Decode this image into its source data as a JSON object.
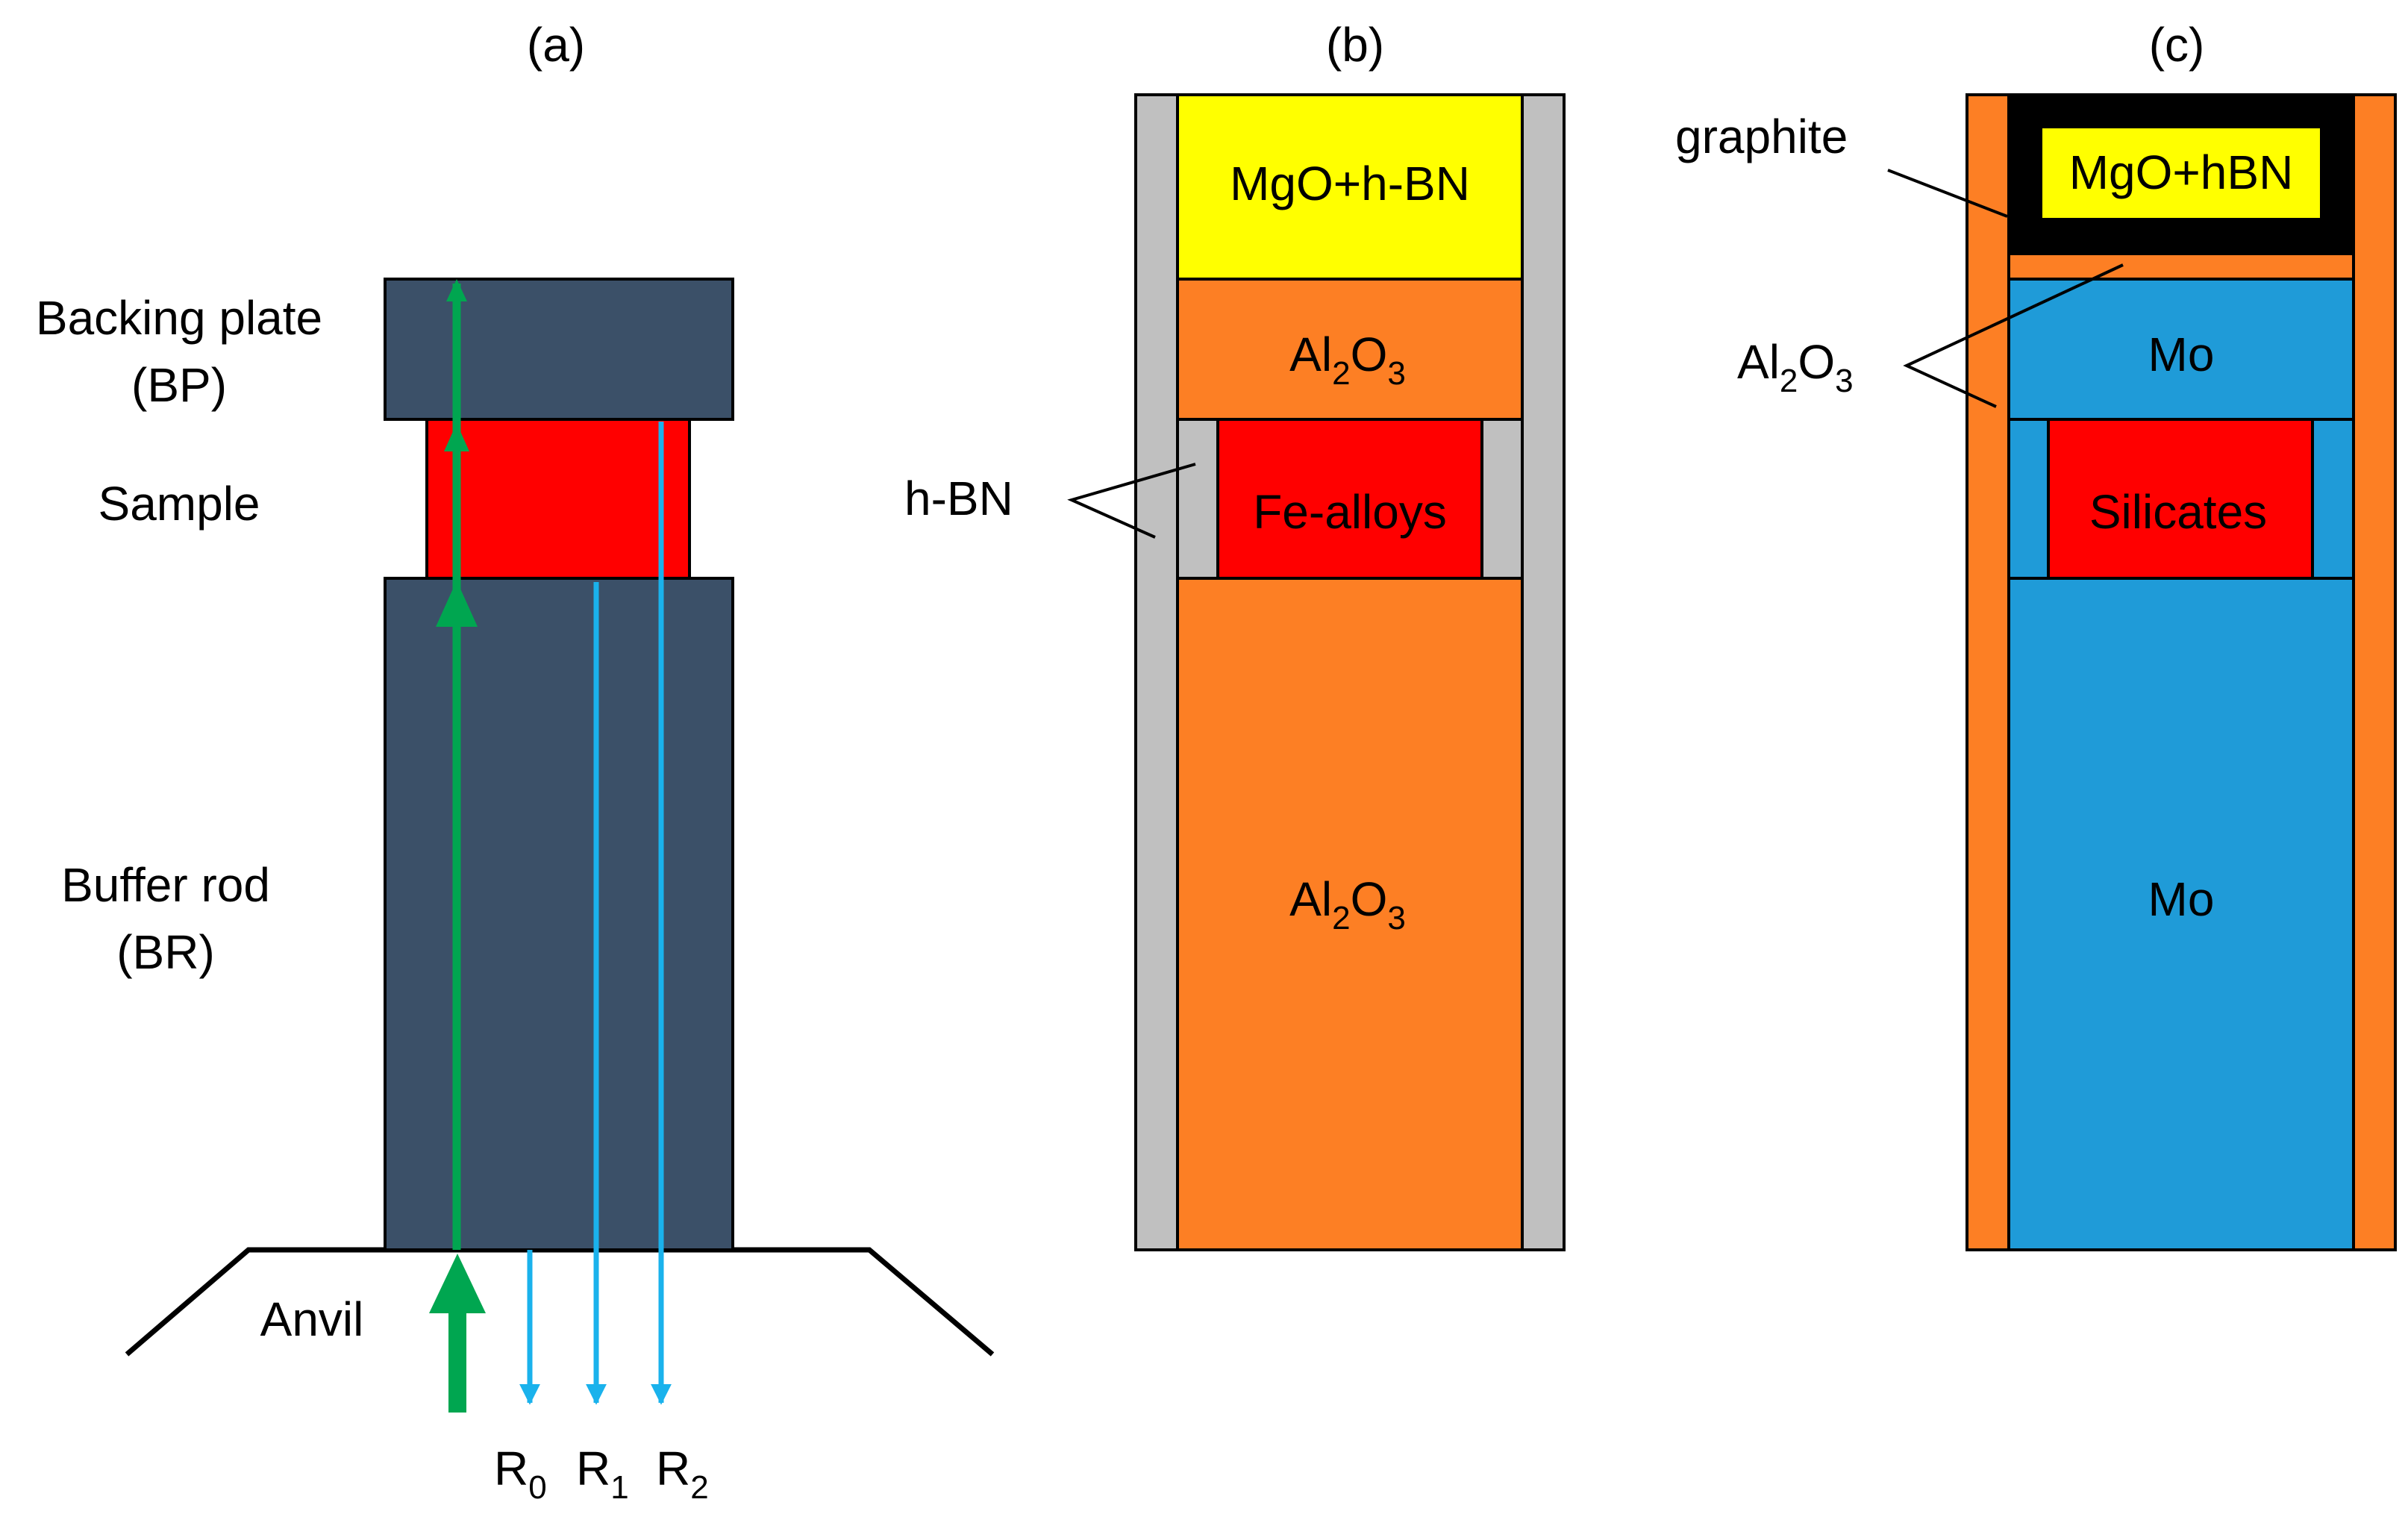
{
  "colors": {
    "background": "#ffffff",
    "rod_dark": "#3b5068",
    "sample_red": "#ff0000",
    "wave_green": "#00a650",
    "wave_blue": "#1ab2ec",
    "hbn_gray": "#c0c0c0",
    "alumina_orange": "#fd7f24",
    "mgo_yellow": "#ffff00",
    "mo_blue": "#1f9bd8",
    "graphite_black": "#000000",
    "outline": "#000000"
  },
  "panel_a": {
    "tag": "(a)",
    "backing_plate": [
      "Backing plate",
      "(BP)"
    ],
    "sample": "Sample",
    "buffer_rod": [
      "Buffer rod",
      "(BR)"
    ],
    "anvil": "Anvil",
    "echoes": [
      {
        "base": "R",
        "sub": "0"
      },
      {
        "base": "R",
        "sub": "1"
      },
      {
        "base": "R",
        "sub": "2"
      }
    ]
  },
  "panel_b": {
    "tag": "(b)",
    "top_layer": "MgO+h-BN",
    "alumina_upper": {
      "base": "Al",
      "sub1": "2",
      "mid": "O",
      "sub2": "3"
    },
    "sample": "Fe-alloys",
    "alumina_lower": {
      "base": "Al",
      "sub1": "2",
      "mid": "O",
      "sub2": "3"
    },
    "sleeve_callout": "h-BN"
  },
  "panel_c": {
    "tag": "(c)",
    "top_layer": "MgO+hBN",
    "capsule_callout": "graphite",
    "mo_upper": "Mo",
    "sample": "Silicates",
    "mo_lower": "Mo",
    "sleeve_callout": {
      "base": "Al",
      "sub1": "2",
      "mid": "O",
      "sub2": "3"
    }
  }
}
